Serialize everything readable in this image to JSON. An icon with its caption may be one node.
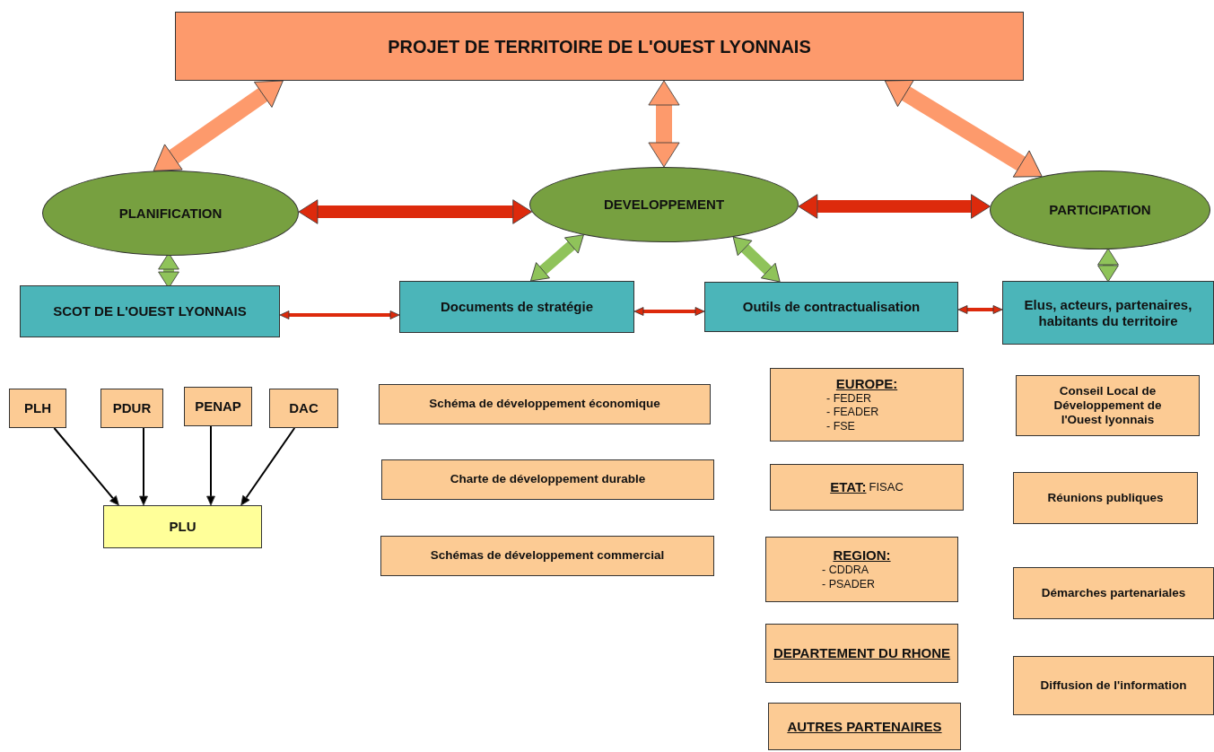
{
  "diagram": {
    "nodes": [
      {
        "text": [
          "PROJET DE TERRITOIRE DE L'OUEST LYONNAIS"
        ]
      },
      {
        "text": [
          "PLANIFICATION"
        ]
      },
      {
        "text": [
          "DEVELOPPEMENT"
        ]
      },
      {
        "text": [
          "PARTICIPATION"
        ]
      },
      {
        "text": [
          "SCOT DE L'OUEST LYONNAIS"
        ]
      },
      {
        "text": [
          "Documents de stratégie"
        ]
      },
      {
        "text": [
          "Outils de contractualisation"
        ]
      },
      {
        "text": [
          "Elus, acteurs, partenaires, habitants du territoire"
        ]
      },
      {
        "text": [
          "PLH"
        ]
      },
      {
        "text": [
          "PDUR"
        ]
      },
      {
        "text": [
          "PENAP"
        ]
      },
      {
        "text": [
          "DAC"
        ]
      },
      {
        "text": [
          "PLU"
        ]
      },
      {
        "text": [
          "Schéma de développement économique"
        ]
      },
      {
        "text": [
          "Charte de développement durable"
        ]
      },
      {
        "text": [
          "Schémas de développement commercial"
        ]
      },
      {
        "text": [
          "EUROPE:",
          "- FEDER",
          "- FEADER",
          "- FSE"
        ]
      },
      {
        "text": [
          "ETAT:",
          "FISAC"
        ]
      },
      {
        "text": [
          "REGION:",
          "- CDDRA",
          "- PSADER"
        ]
      },
      {
        "text": [
          "DEPARTEMENT DU RHONE"
        ]
      },
      {
        "text": [
          "AUTRES PARTENAIRES"
        ]
      },
      {
        "text": [
          "Conseil Local de Développement de l'Ouest lyonnais"
        ]
      },
      {
        "text": [
          "Réunions publiques"
        ]
      },
      {
        "text": [
          "Démarches partenariales"
        ]
      },
      {
        "text": [
          "Diffusion de l'information"
        ]
      }
    ],
    "edges": [
      {
        "from": 0,
        "to": 1,
        "arrow": "both",
        "color": "#fd9a6c"
      },
      {
        "from": 0,
        "to": 2,
        "arrow": "both",
        "color": "#fd9a6c"
      },
      {
        "from": 0,
        "to": 3,
        "arrow": "both",
        "color": "#fd9a6c"
      },
      {
        "from": 1,
        "to": 2,
        "arrow": "both"
      },
      {
        "from": 2,
        "to": 3,
        "arrow": "both"
      },
      {
        "from": 1,
        "to": 4,
        "arrow": "both",
        "color": "#8fc35a"
      },
      {
        "from": 2,
        "to": 5,
        "arrow": "both",
        "color": "#8fc35a"
      },
      {
        "from": 2,
        "to": 6,
        "arrow": "both",
        "color": "#8fc35a"
      },
      {
        "from": 3,
        "to": 7,
        "arrow": "both",
        "color": "#8fc35a"
      },
      {
        "from": 4,
        "to": 5,
        "arrow": "both"
      },
      {
        "from": 5,
        "to": 6,
        "arrow": "both"
      },
      {
        "from": 6,
        "to": 7,
        "arrow": "both"
      },
      {
        "from": 8,
        "to": 12,
        "arrow": "to",
        "color": "#000000"
      },
      {
        "from": 9,
        "to": 12,
        "arrow": "to",
        "color": "#000000"
      },
      {
        "from": 10,
        "to": 12,
        "arrow": "to",
        "color": "#000000"
      },
      {
        "from": 11,
        "to": 12,
        "arrow": "to",
        "color": "#000000"
      }
    ]
  }
}
